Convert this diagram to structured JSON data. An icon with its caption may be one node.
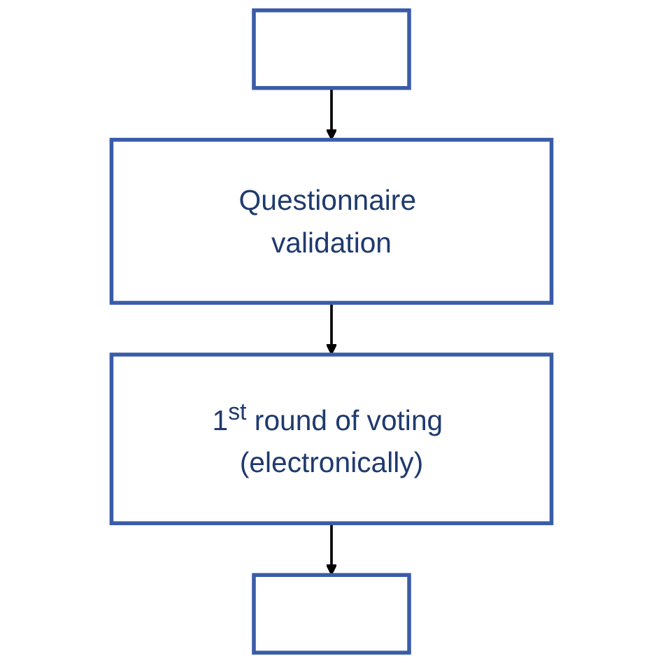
{
  "diagram": {
    "nodes": [
      {
        "text": [],
        "shape": "box"
      },
      {
        "text": [
          "Questionnaire validation"
        ]
      },
      {
        "text": [
          "1$^{st}$ round of voting (electronically)"
        ]
      },
      {
        "text": [],
        "shape": "box"
      }
    ],
    "edges": [
      {
        "from": 0,
        "to": 1,
        "arrow": "to"
      },
      {
        "from": 1,
        "to": 2,
        "arrow": "to"
      },
      {
        "from": 2,
        "to": 3,
        "arrow": "to"
      }
    ]
  }
}
